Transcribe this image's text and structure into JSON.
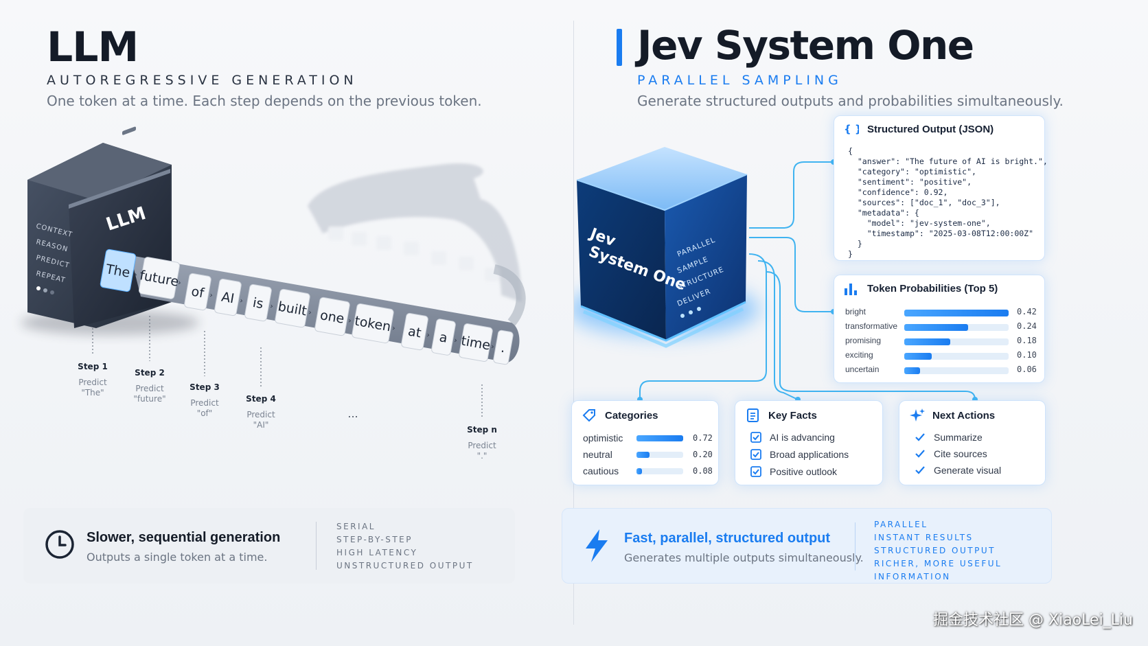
{
  "left": {
    "title": "LLM",
    "subtitle": "AUTOREGRESSIVE GENERATION",
    "description": "One token at a time. Each step depends on the previous token.",
    "chip_label": "LLM",
    "chip_side": [
      "CONTEXT",
      "REASON",
      "PREDICT",
      "REPEAT"
    ],
    "tokens": [
      "The",
      "future",
      "of",
      "AI",
      "is",
      "built",
      "one",
      "token",
      "at",
      "a",
      "time",
      "."
    ],
    "steps": [
      {
        "label": "Step 1",
        "predict": "Predict",
        "word": "\"The\""
      },
      {
        "label": "Step 2",
        "predict": "Predict",
        "word": "\"future\""
      },
      {
        "label": "Step 3",
        "predict": "Predict",
        "word": "\"of\""
      },
      {
        "label": "Step 4",
        "predict": "Predict",
        "word": "\"AI\""
      },
      {
        "label": "Step n",
        "predict": "Predict",
        "word": "\".\""
      }
    ],
    "ellipsis": "...",
    "bottom": {
      "headline": "Slower, sequential generation",
      "sub": "Outputs a single token at a time.",
      "traits": [
        "SERIAL",
        "STEP-BY-STEP",
        "HIGH LATENCY",
        "UNSTRUCTURED OUTPUT"
      ]
    }
  },
  "right": {
    "title": "Jev System One",
    "subtitle": "PARALLEL SAMPLING",
    "description": "Generate structured outputs and probabilities simultaneously.",
    "cube_front": [
      "Jev",
      "System One"
    ],
    "cube_side": [
      "PARALLEL",
      "SAMPLE",
      "STRUCTURE",
      "DELIVER"
    ],
    "json_card": {
      "title": "Structured Output (JSON)",
      "code": "{\n  \"answer\": \"The future of AI is bright.\",\n  \"category\": \"optimistic\",\n  \"sentiment\": \"positive\",\n  \"confidence\": 0.92,\n  \"sources\": [\"doc_1\", \"doc_3\"],\n  \"metadata\": {\n    \"model\": \"jev-system-one\",\n    \"timestamp\": \"2025-03-08T12:00:00Z\"\n  }\n}"
    },
    "prob_card": {
      "title": "Token Probabilities (Top 5)",
      "rows": [
        {
          "label": "bright",
          "value": "0.42",
          "fill": 1.0
        },
        {
          "label": "transformative",
          "value": "0.24",
          "fill": 0.61
        },
        {
          "label": "promising",
          "value": "0.18",
          "fill": 0.44
        },
        {
          "label": "exciting",
          "value": "0.10",
          "fill": 0.26
        },
        {
          "label": "uncertain",
          "value": "0.06",
          "fill": 0.15
        }
      ]
    },
    "categories_card": {
      "title": "Categories",
      "rows": [
        {
          "label": "optimistic",
          "value": "0.72",
          "fill": 1.0
        },
        {
          "label": "neutral",
          "value": "0.20",
          "fill": 0.28
        },
        {
          "label": "cautious",
          "value": "0.08",
          "fill": 0.12
        }
      ]
    },
    "facts_card": {
      "title": "Key Facts",
      "items": [
        "AI is advancing",
        "Broad applications",
        "Positive outlook"
      ]
    },
    "actions_card": {
      "title": "Next Actions",
      "items": [
        "Summarize",
        "Cite sources",
        "Generate visual"
      ]
    },
    "bottom": {
      "headline": "Fast, parallel, structured output",
      "sub": "Generates multiple outputs simultaneously.",
      "traits": [
        "PARALLEL",
        "INSTANT RESULTS",
        "STRUCTURED OUTPUT",
        "RICHER, MORE USEFUL INFORMATION"
      ]
    }
  },
  "watermark": "掘金技术社区 @ XiaoLei_Liu",
  "colors": {
    "accent": "#1a7cf0",
    "dark": "#141b27",
    "chip": "#2c3545"
  }
}
